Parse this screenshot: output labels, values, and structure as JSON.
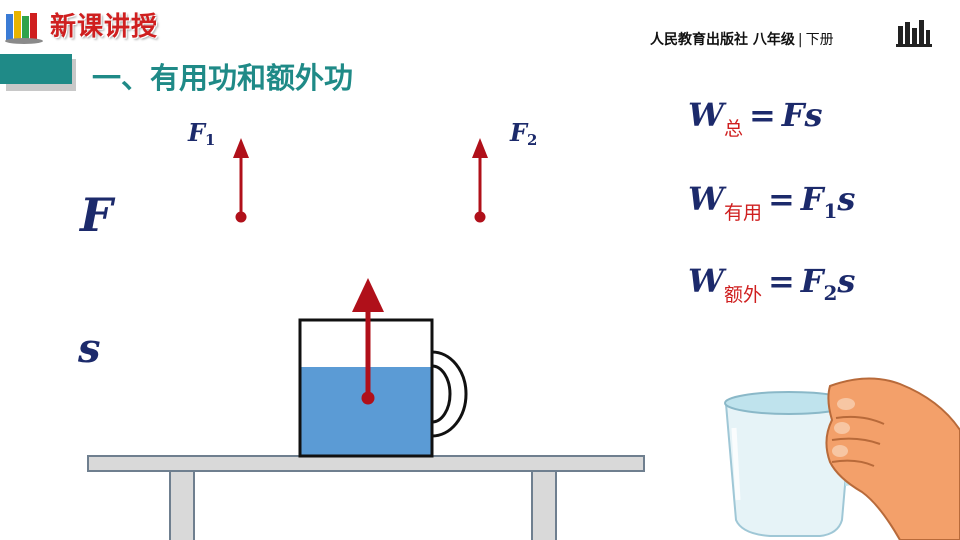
{
  "header": {
    "title": "新课讲授",
    "publisher": "人民教育出版社",
    "grade": "八年级",
    "volume": "下册"
  },
  "section": {
    "title": "一、有用功和额外功"
  },
  "labels": {
    "force": "F",
    "distance": "s",
    "f1_main": "F",
    "f1_sub": "1",
    "f2_main": "F",
    "f2_sub": "2"
  },
  "formulas": {
    "total": {
      "w": "W",
      "sub": "总",
      "eq": "=",
      "rhs": "Fs"
    },
    "useful": {
      "w": "W",
      "sub": "有用",
      "eq": "=",
      "rhs_main": "F",
      "rhs_sub": "1",
      "rhs_tail": "s"
    },
    "extra": {
      "w": "W",
      "sub": "额外",
      "eq": "=",
      "rhs_main": "F",
      "rhs_sub": "2",
      "rhs_tail": "s"
    }
  },
  "colors": {
    "teal": "#1f8a87",
    "red": "#cf1f1f",
    "navy": "#1c2a6b",
    "arrow": "#b0101a",
    "water": "#5b9bd5"
  }
}
